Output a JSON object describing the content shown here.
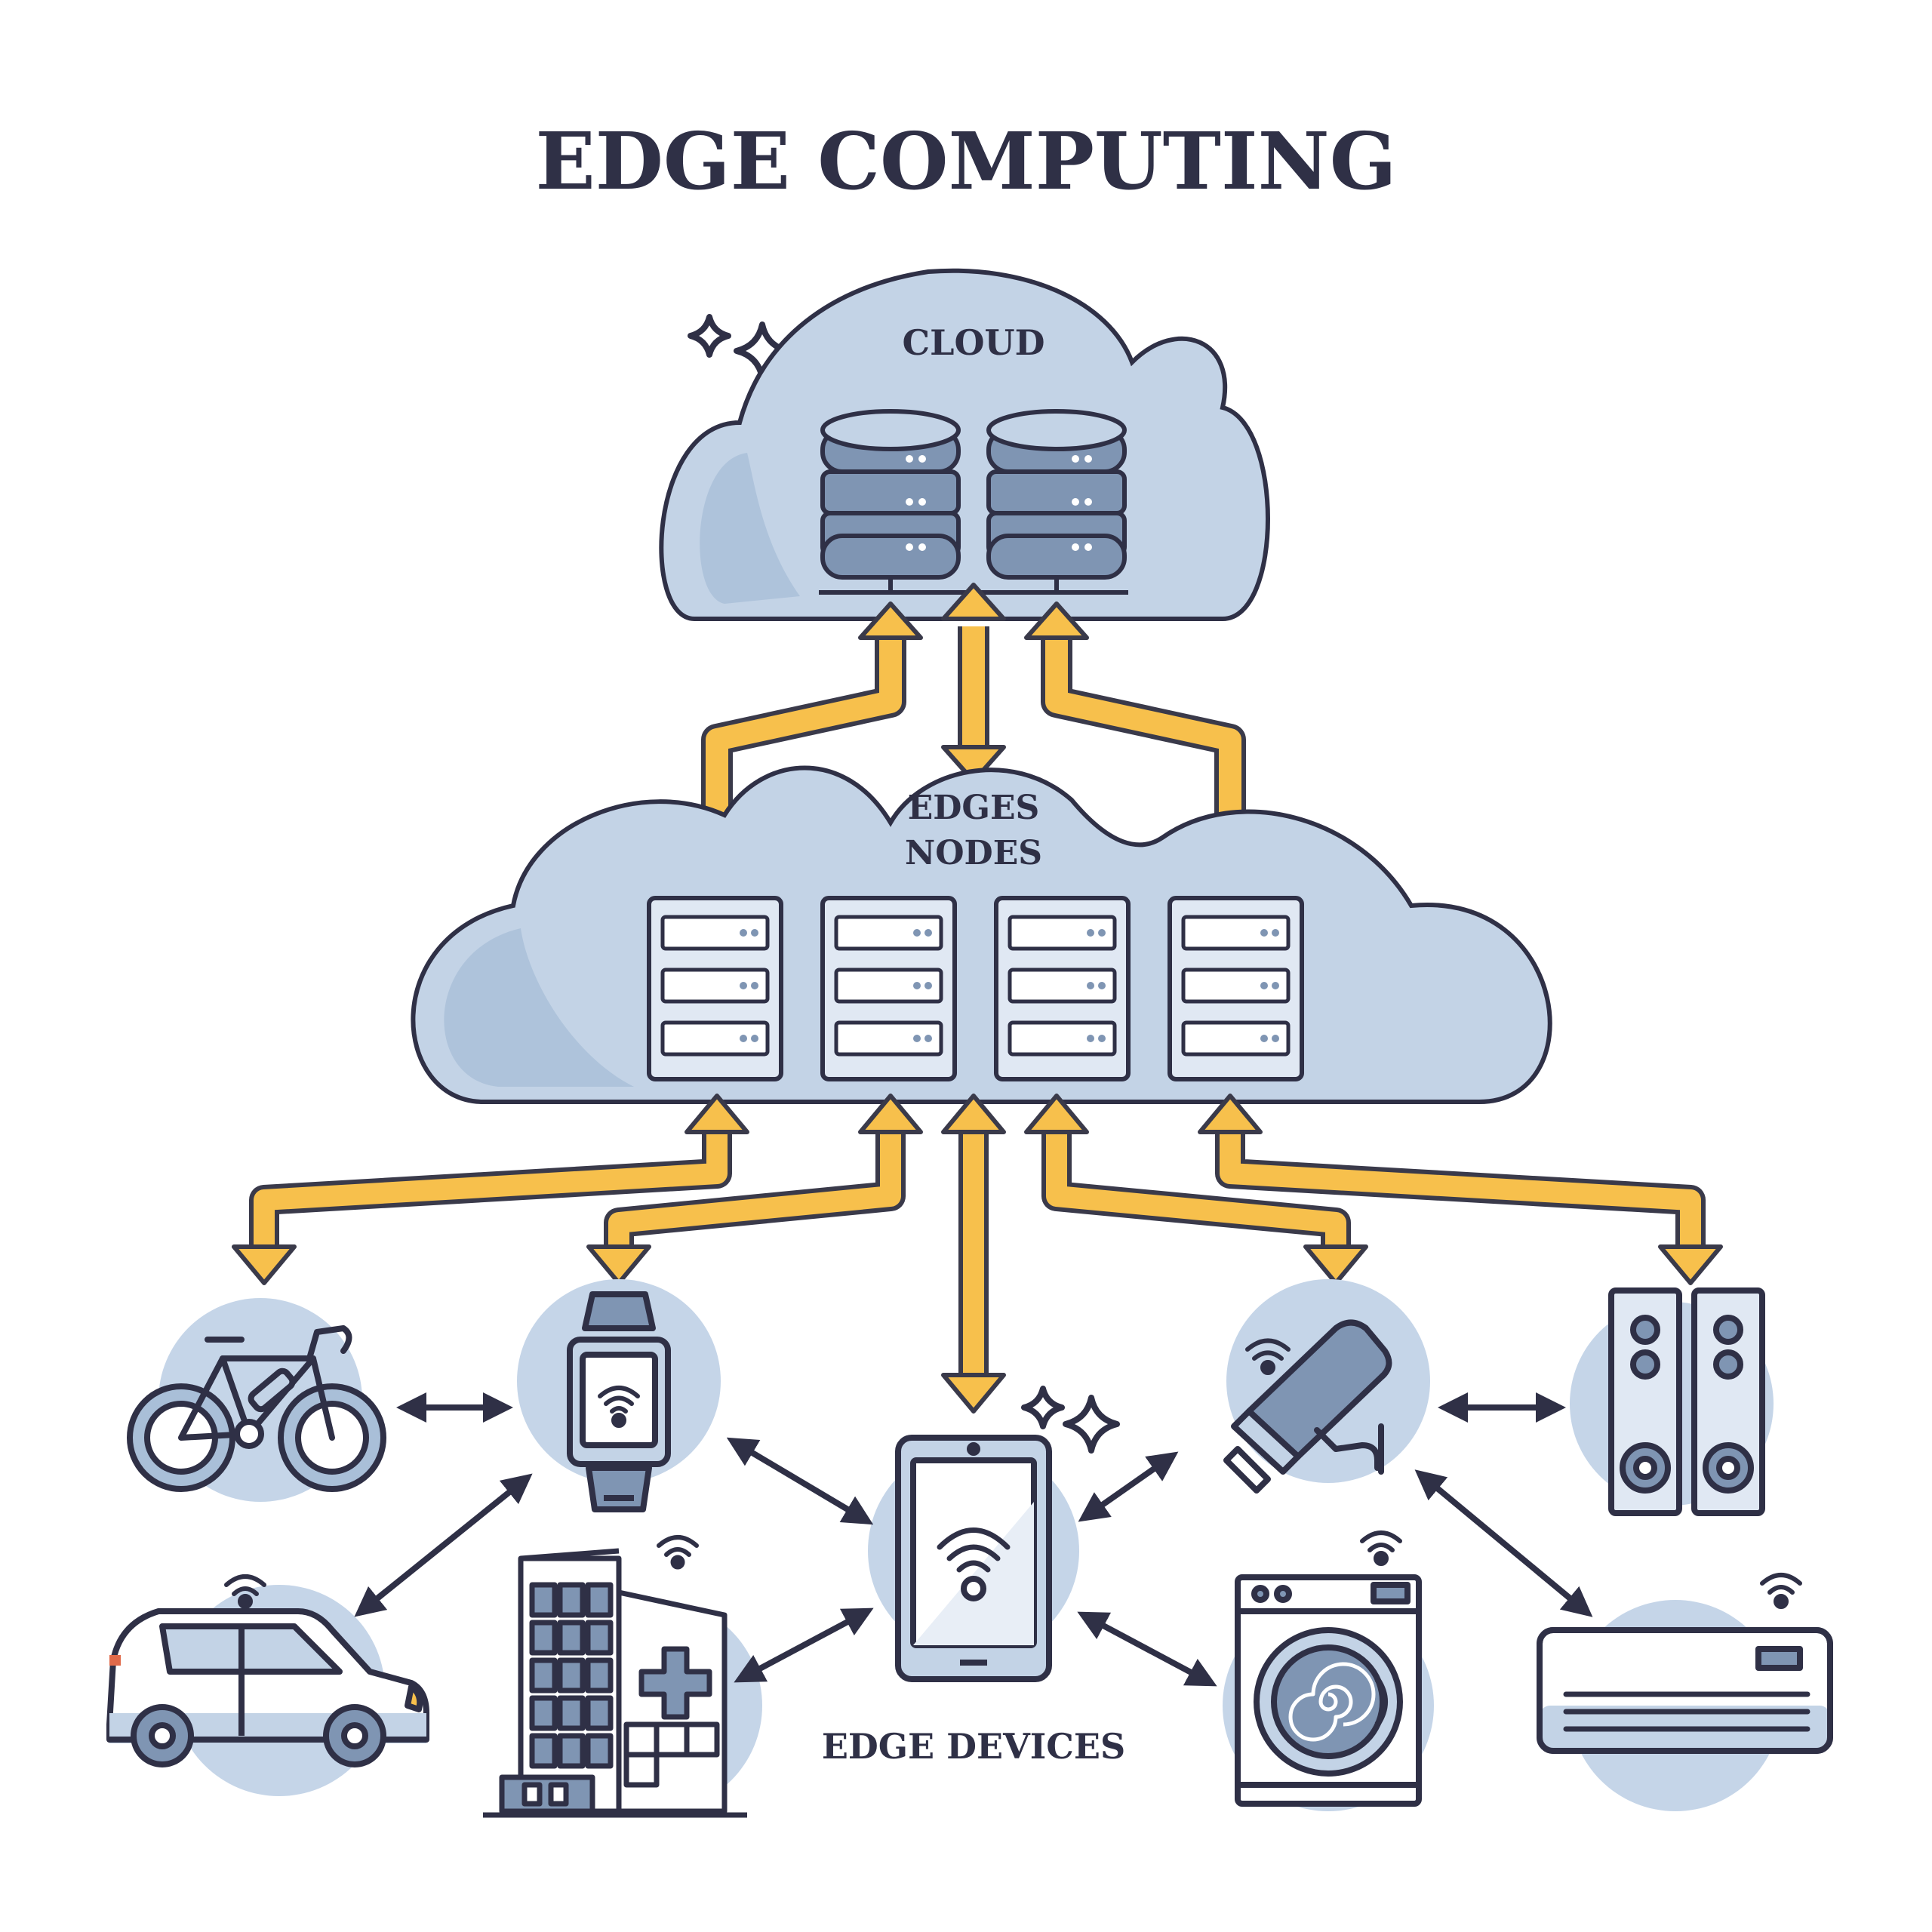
{
  "title": "EDGE COMPUTING",
  "labels": {
    "cloud": "CLOUD",
    "edge_nodes_line1": "EDGES",
    "edge_nodes_line2": "NODES",
    "edge_devices": "EDGE DEVICES"
  },
  "icons": {
    "cloud_servers": [
      "database-icon",
      "database-icon"
    ],
    "edge_nodes": [
      "server-rack-icon",
      "server-rack-icon",
      "server-rack-icon",
      "server-rack-icon"
    ],
    "devices": [
      "bicycle-icon",
      "smartwatch-icon",
      "tablet-icon",
      "security-camera-icon",
      "speakers-icon",
      "car-icon",
      "hospital-building-icon",
      "washing-machine-icon",
      "air-conditioner-icon"
    ]
  },
  "colors": {
    "ink": "#2f3046",
    "cloud_fill": "#c3d3e6",
    "cloud_shade": "#a9bfd8",
    "device_circle": "#c5d5e8",
    "arrow": "#f7c04c",
    "arrow_stroke": "#3a3a4a",
    "metal": "#7f95b3"
  }
}
